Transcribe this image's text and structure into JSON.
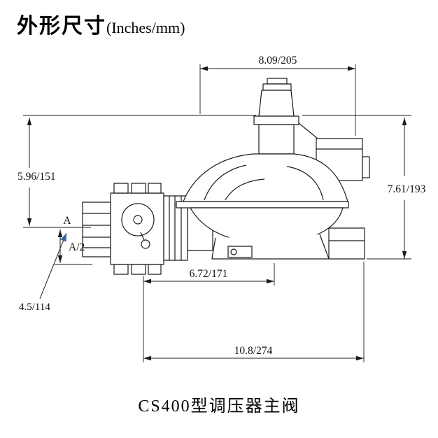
{
  "header": {
    "title_cn": "外形尺寸",
    "title_en": "(Inches/mm)"
  },
  "caption": "CS400型调压器主阀",
  "dimensions": {
    "top_width": "8.09/205",
    "left_height": "5.96/151",
    "right_height": "7.61/193",
    "valve_width": "6.72/171",
    "overall_width": "10.8/274",
    "centerline_label": "A",
    "half_height_label": "A/2",
    "annotation": "4.5/114"
  },
  "colors": {
    "line": "#1a1a1a",
    "annotation_arrow": "#3a66a0",
    "background": "#ffffff"
  }
}
